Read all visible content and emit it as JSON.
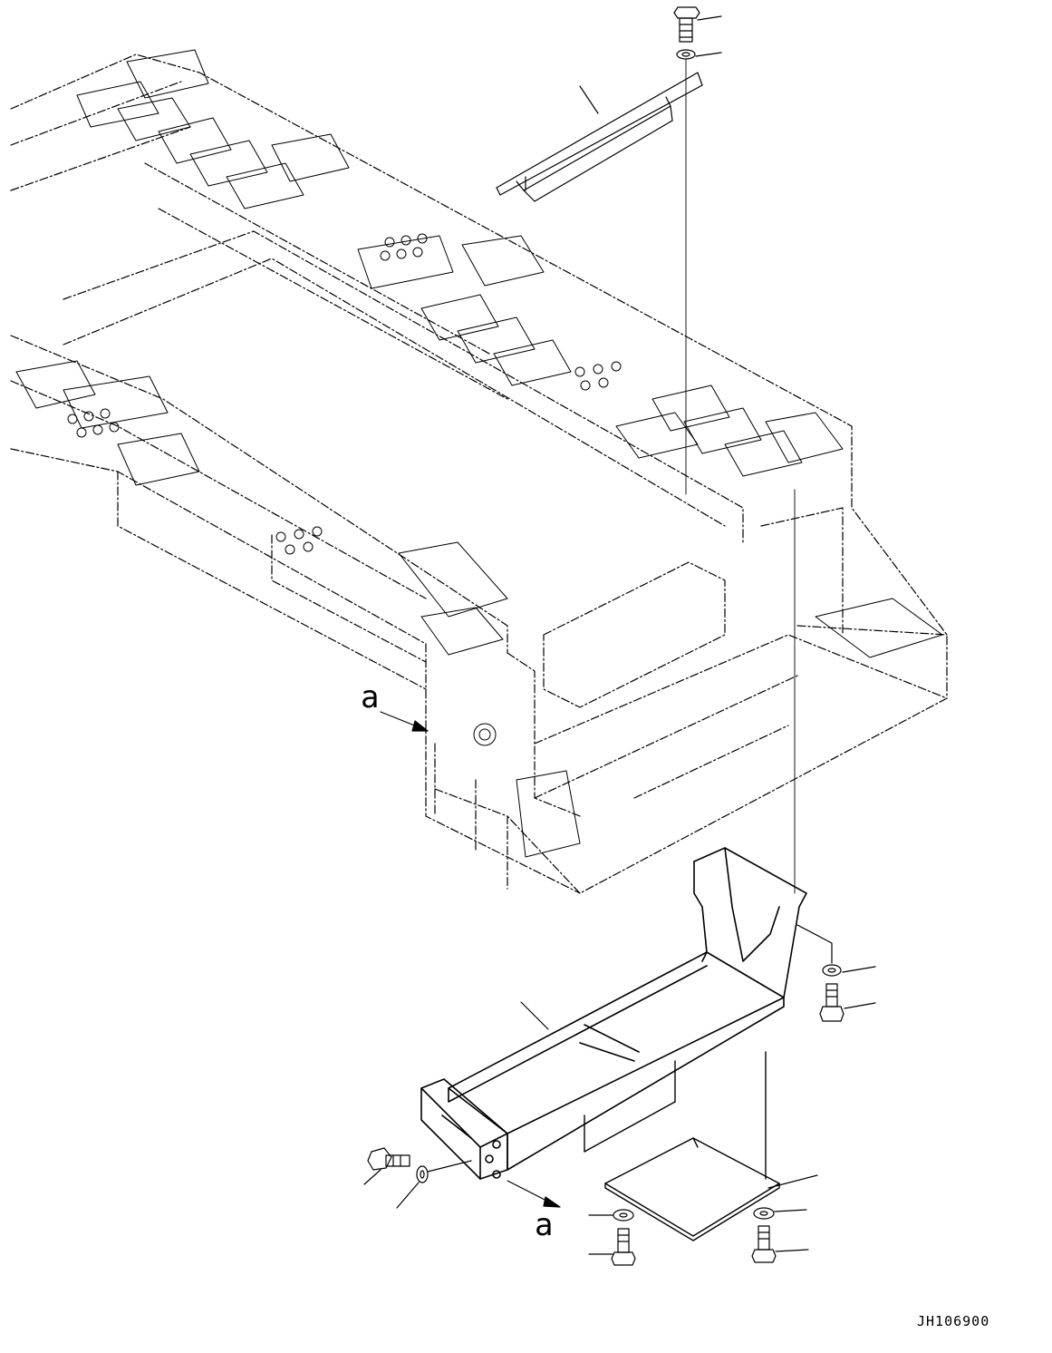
{
  "labels": {
    "view_arrow_upper": "a",
    "view_arrow_lower": "a",
    "drawing_number": "JH106900"
  },
  "colors": {
    "line": "#000000",
    "background": "#ffffff"
  }
}
